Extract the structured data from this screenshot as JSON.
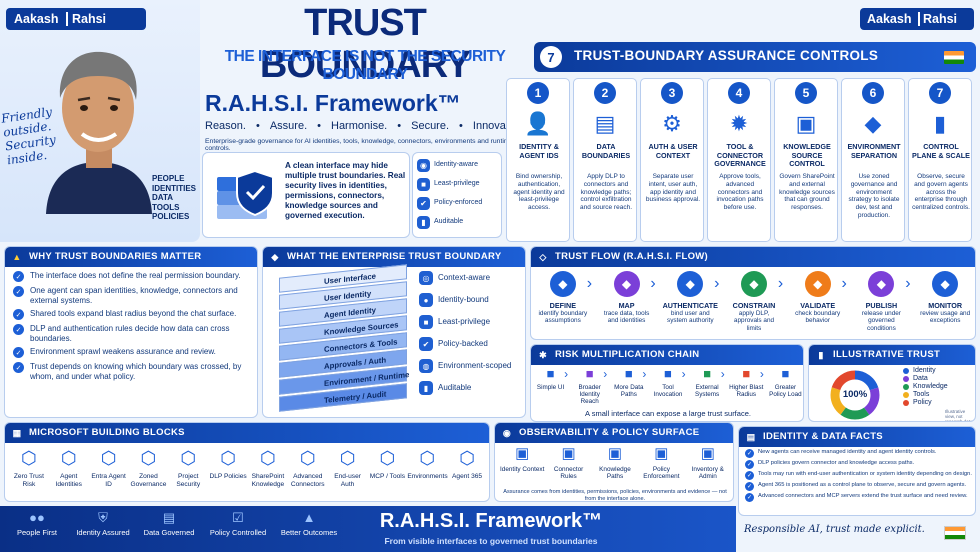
{
  "brand": {
    "name_first": "Aakash",
    "name_second": "Rahsi"
  },
  "hero": {
    "title": "TRUST BOUNDARY",
    "subtitle": "THE INTERFACE IS NOT THE SECURITY BOUNDARY",
    "framework": "R.A.H.S.I. Framework™",
    "pillars": [
      "Reason.",
      "•",
      "Assure.",
      "•",
      "Harmonise.",
      "•",
      "Secure.",
      "•",
      "Innovate."
    ],
    "tagline": "Enterprise-grade governance for AI identities, tools, knowledge, connectors, environments and runtime controls.",
    "slogan": "Friendly outside. Security inside.",
    "layers": [
      "PEOPLE",
      "IDENTITIES",
      "DATA",
      "TOOLS",
      "POLICIES"
    ],
    "core_text": "A clean interface may hide multiple trust boundaries. Real security lives in identities, permissions, connectors, knowledge sources and governed execution.",
    "badges": [
      "Identity-aware",
      "Least-privilege",
      "Policy-enforced",
      "Auditable"
    ]
  },
  "controls": {
    "number": "7",
    "title": "TRUST-BOUNDARY ASSURANCE CONTROLS",
    "items": [
      {
        "n": "1",
        "title": "IDENTITY & AGENT IDS",
        "desc": "Bind ownership, authentication, agent identity and least-privilege access.",
        "icon": "user-shield-icon"
      },
      {
        "n": "2",
        "title": "DATA BOUNDARIES",
        "desc": "Apply DLP to connectors and knowledge paths; control exfiltration and source reach.",
        "icon": "database-icon"
      },
      {
        "n": "3",
        "title": "AUTH & USER CONTEXT",
        "desc": "Separate user intent, user auth, app identity and business approval.",
        "icon": "user-gear-icon"
      },
      {
        "n": "4",
        "title": "TOOL & CONNECTOR GOVERNANCE",
        "desc": "Approve tools, advanced connectors and invocation paths before use.",
        "icon": "gear-icon"
      },
      {
        "n": "5",
        "title": "KNOWLEDGE SOURCE CONTROL",
        "desc": "Govern SharePoint and external knowledge sources that can ground responses.",
        "icon": "document-search-icon"
      },
      {
        "n": "6",
        "title": "ENVIRONMENT SEPARATION",
        "desc": "Use zoned governance and environment strategy to isolate dev, test and production.",
        "icon": "cubes-icon"
      },
      {
        "n": "7",
        "title": "CONTROL PLANE & SCALE",
        "desc": "Observe, secure and govern agents across the enterprise through centralized controls.",
        "icon": "bar-chart-icon"
      }
    ]
  },
  "why": {
    "title": "WHY TRUST BOUNDARIES MATTER",
    "items": [
      "The interface does not define the real permission boundary.",
      "One agent can span identities, knowledge, connectors and external systems.",
      "Shared tools expand blast radius beyond the chat surface.",
      "DLP and authentication rules decide how data can cross boundaries.",
      "Environment sprawl weakens assurance and review.",
      "Trust depends on knowing which boundary was crossed, by whom, and under what policy."
    ]
  },
  "includes": {
    "title": "WHAT THE ENTERPRISE TRUST BOUNDARY INCLUDES",
    "stack": [
      "User Interface",
      "User Identity",
      "Agent Identity",
      "Knowledge Sources",
      "Connectors & Tools",
      "Approvals / Auth",
      "Environment / Runtime",
      "Telemetry / Audit"
    ],
    "tags": [
      "Context-aware",
      "Identity-bound",
      "Least-privilege",
      "Policy-backed",
      "Environment-scoped",
      "Auditable"
    ]
  },
  "flow": {
    "title": "TRUST FLOW (R.A.H.S.I. FLOW)",
    "steps": [
      {
        "t": "DEFINE",
        "d": "identify boundary assumptions",
        "c": "#1d5fd6"
      },
      {
        "t": "MAP",
        "d": "trace data, tools and identities",
        "c": "#7b3fd8"
      },
      {
        "t": "AUTHENTICATE",
        "d": "bind user and system authority",
        "c": "#1d5fd6"
      },
      {
        "t": "CONSTRAIN",
        "d": "apply DLP, approvals and limits",
        "c": "#1f9a55"
      },
      {
        "t": "VALIDATE",
        "d": "check boundary behavior",
        "c": "#ef7c1a"
      },
      {
        "t": "PUBLISH",
        "d": "release under governed conditions",
        "c": "#7b3fd8"
      },
      {
        "t": "MONITOR",
        "d": "review usage and exceptions",
        "c": "#1d5fd6"
      }
    ]
  },
  "risk": {
    "title": "RISK MULTIPLICATION CHAIN",
    "steps": [
      "Simple UI",
      "Broader Identity Reach",
      "More Data Paths",
      "Tool Invocation",
      "External Systems",
      "Higher Blast Radius",
      "Greater Policy Load"
    ],
    "note": "A small interface can expose a large trust surface."
  },
  "surface": {
    "title": "ILLUSTRATIVE TRUST SURFACE",
    "center": "100%",
    "legend": [
      "Identity",
      "Data",
      "Knowledge",
      "Tools",
      "Policy"
    ],
    "note": "Illustrative view, not research data.",
    "colors": [
      "#1d5fd6",
      "#7b3fd8",
      "#1f9a55",
      "#f2b01e",
      "#e2482d"
    ]
  },
  "blocks": {
    "title": "MICROSOFT BUILDING BLOCKS",
    "items": [
      "Zero Trust Risk",
      "Agent Identities",
      "Entra Agent ID",
      "Zoned Governance",
      "Project Security",
      "DLP Policies",
      "SharePoint Knowledge",
      "Advanced Connectors",
      "End-user Auth",
      "MCP / Tools",
      "Environments",
      "Agent 365"
    ]
  },
  "observe": {
    "title": "OBSERVABILITY & POLICY SURFACE",
    "items": [
      "Identity Context",
      "Connector Rules",
      "Knowledge Paths",
      "Policy Enforcement",
      "Inventory & Admin"
    ],
    "note": "Assurance comes from identities, permissions, policies, environments and evidence — not from the interface alone."
  },
  "facts": {
    "title": "IDENTITY & DATA FACTS",
    "items": [
      "New agents can receive managed identity and agent identity controls.",
      "DLP policies govern connector and knowledge access paths.",
      "Tools may run with end-user authentication or system identity depending on design.",
      "Agent 365 is positioned as a control plane to observe, secure and govern agents.",
      "Advanced connectors and MCP servers extend the trust surface and need review."
    ]
  },
  "footer": {
    "items": [
      "People First",
      "Identity Assured",
      "Data Governed",
      "Policy Controlled",
      "Better Outcomes"
    ],
    "framework": "R.A.H.S.I. Framework™",
    "sub": "From visible interfaces to governed trust boundaries",
    "motto": "Responsible AI, trust made explicit."
  }
}
